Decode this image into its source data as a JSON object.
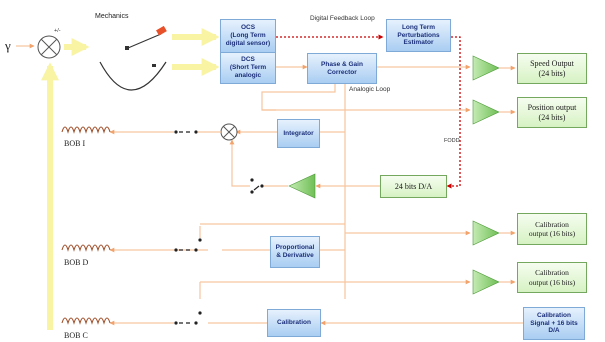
{
  "input": {
    "symbol": "γ",
    "sum_sign": "+/-"
  },
  "mechanics": {
    "label": "Mechanics"
  },
  "blocks": {
    "ocs": "OCS\n(Long Term\ndigital sensor)",
    "dcs": "DCS\n(Short Term\nanalogic",
    "estimator": "Long Term\nPerturbations\nEstimator",
    "phase_gain": "Phase & Gain\nCorrector",
    "integrator": "Integrator",
    "prop_deriv": "Proportional\n& Derivative",
    "calibration": "Calibration"
  },
  "outputs": {
    "speed": "Speed Output\n(24 bits)",
    "position": "Position output\n(24 bits)",
    "dac": "24 bits D/A",
    "cal1": "Calibration\noutput (16 bits)",
    "cal2": "Calibration\noutput (16 bits)",
    "cal_signal": "Calibration\nSignal + 16 bits\nD/A"
  },
  "labels": {
    "digital_loop": "Digital Feedback Loop",
    "analogic_loop": "Analogic Loop",
    "fodd": "FODD"
  },
  "coils": {
    "bob_i": "BOB I",
    "bob_d": "BOB D",
    "bob_c": "BOB C"
  },
  "colors": {
    "signal_line": "#f7c59f",
    "feedback_arrow": "#f8f4a4",
    "digital_link": "#cc0000",
    "block_blue": "#a9cdf2",
    "block_green": "#d6f2c3",
    "coil": "#a0522d"
  }
}
